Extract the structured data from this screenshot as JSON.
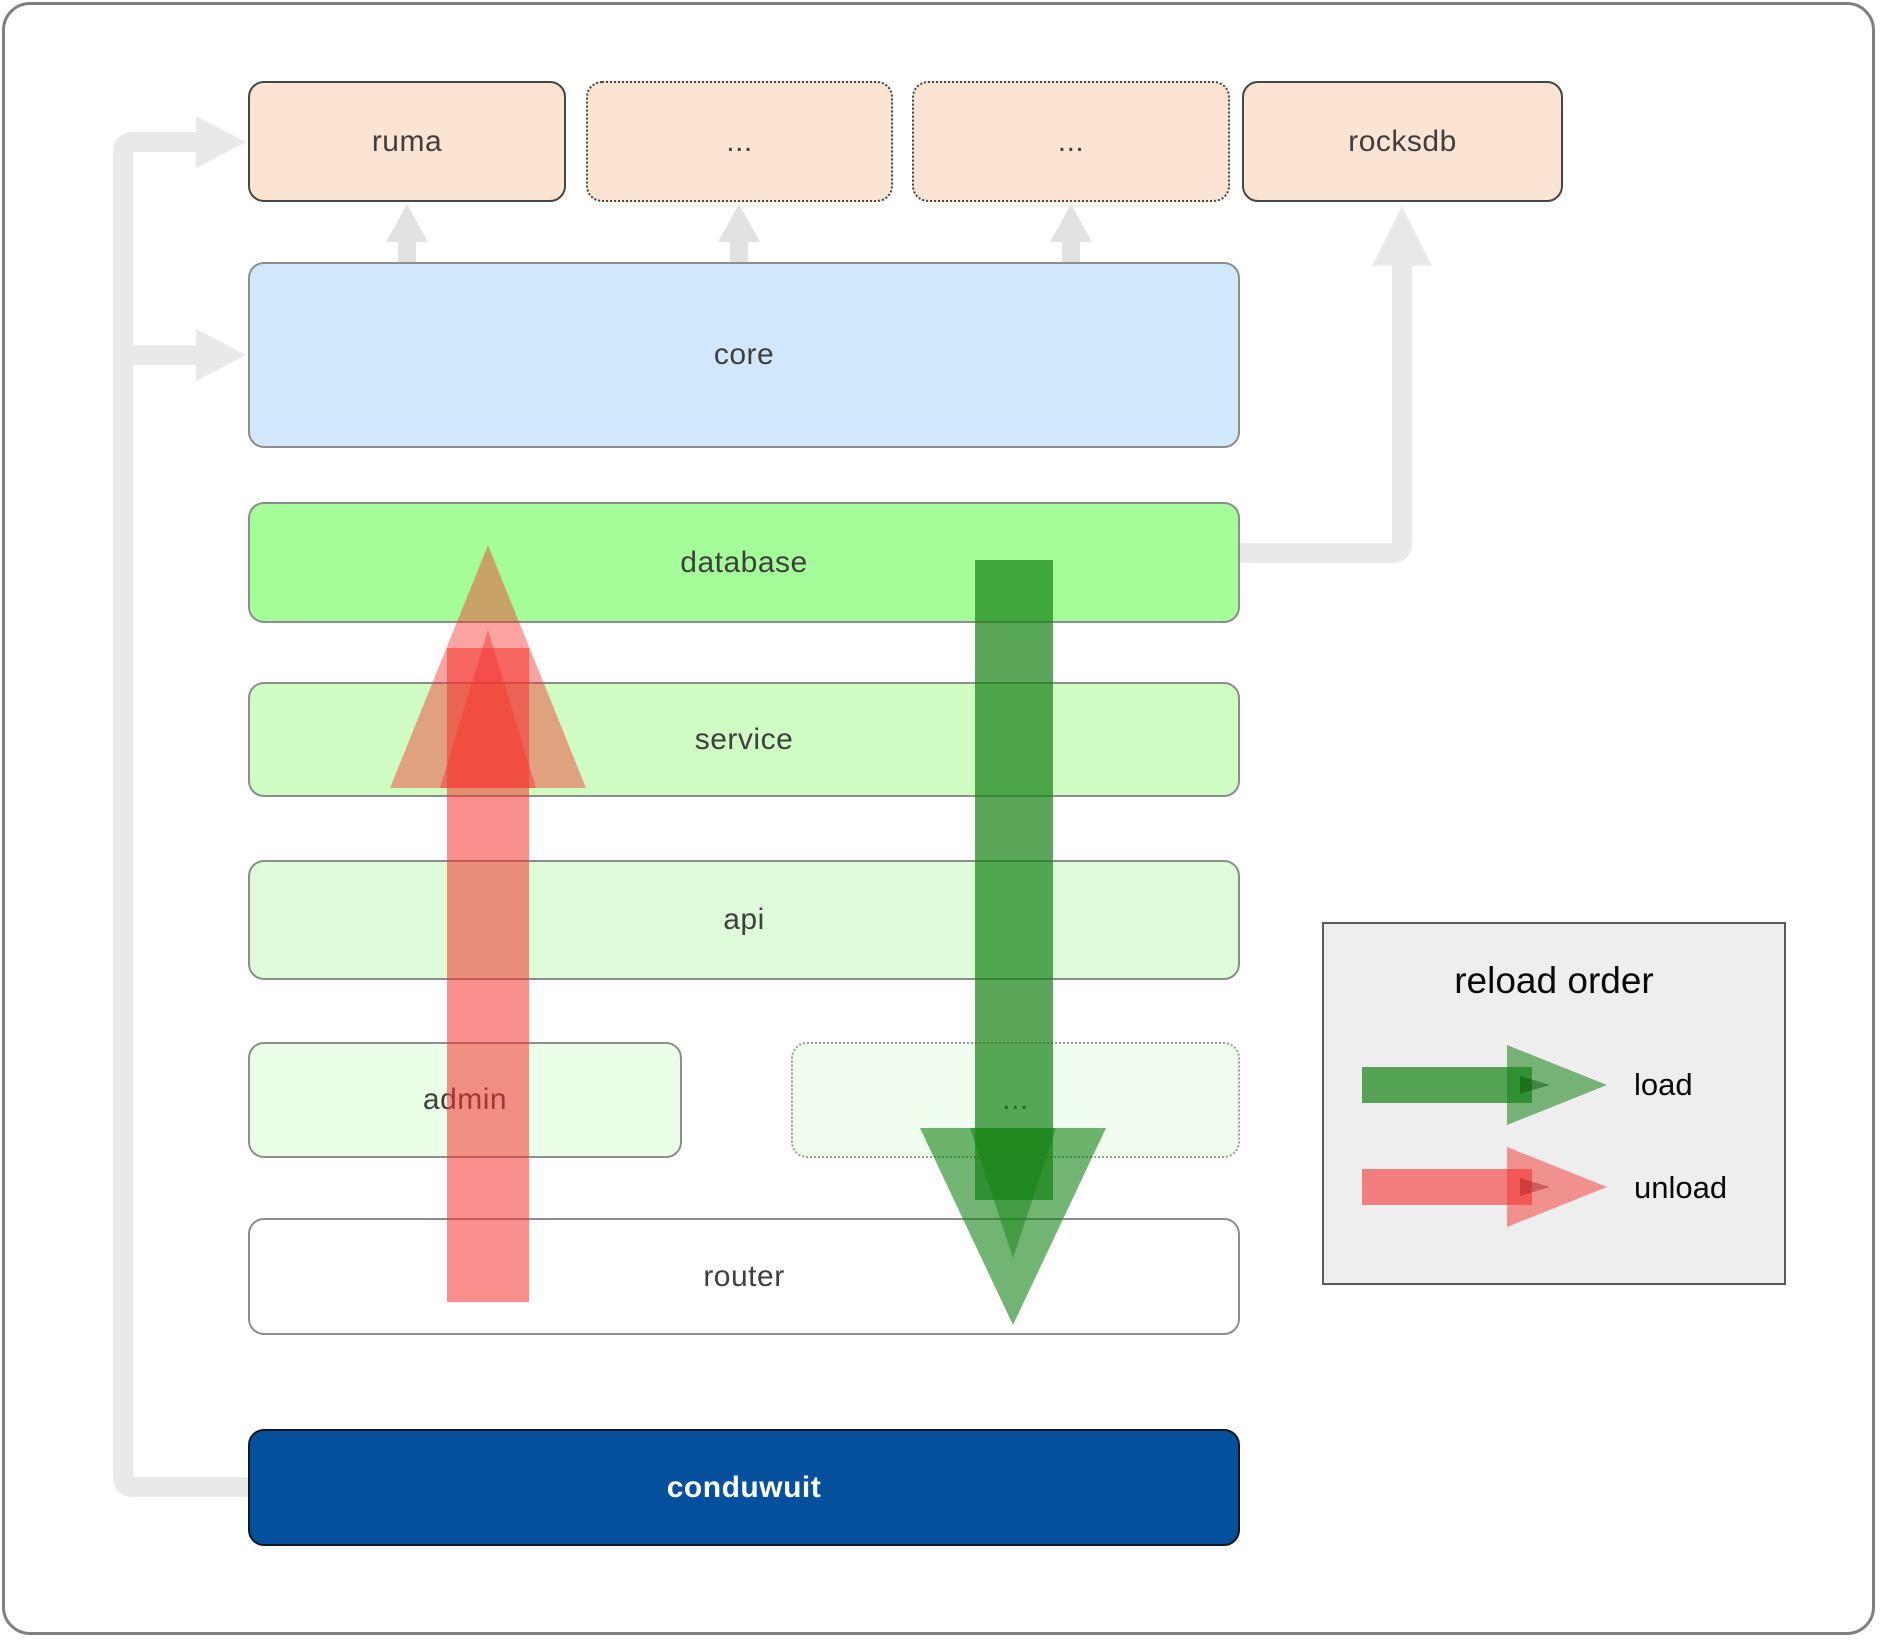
{
  "diagram": {
    "top_row": {
      "ruma": "ruma",
      "dots1": "...",
      "dots2": "...",
      "rocksdb": "rocksdb"
    },
    "layers": {
      "core": "core",
      "database": "database",
      "service": "service",
      "api": "api",
      "admin": "admin",
      "dots": "...",
      "router": "router",
      "conduwuit": "conduwuit"
    },
    "legend": {
      "title": "reload order",
      "load": "load",
      "unload": "unload"
    },
    "colors": {
      "peach_node": "#fbe4d2",
      "core_blue": "#d1e7fb",
      "database_green": "#a5fd99",
      "service_green": "#cffcc2",
      "api_green": "#defbd9",
      "admin_green": "#eafde7",
      "dots_green": "#f0fdee",
      "conduwuit_blue": "#05509d",
      "load_arrow_green": "#148214",
      "unload_arrow_red": "#f4332e",
      "connector_gray": "#e9e9e9",
      "legend_bg": "#eeeeee"
    }
  }
}
